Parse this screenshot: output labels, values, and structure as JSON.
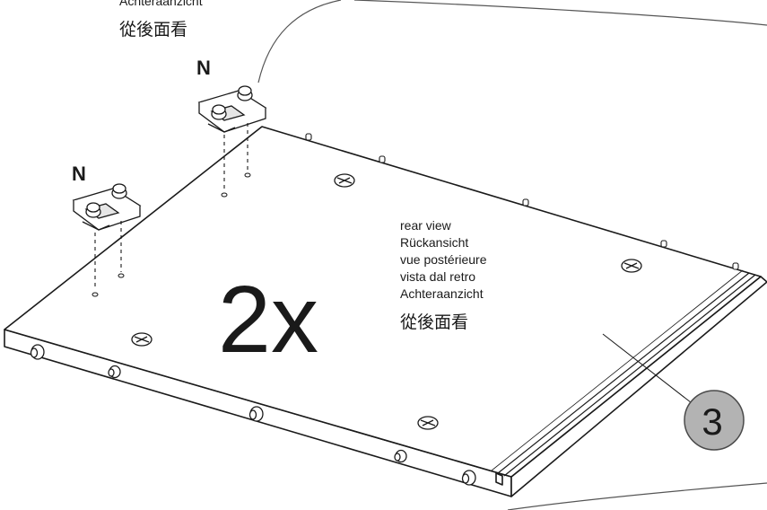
{
  "top_caption": {
    "line_partial": "Achteraanzicht",
    "line_cjk": "從後面看"
  },
  "hinge_label_upper": "N",
  "hinge_label_lower": "N",
  "multiplier": "2x",
  "rear_view": {
    "lines": [
      "rear view",
      "Rückansicht",
      "vue postérieure",
      "vista dal retro",
      "Achteraanzicht"
    ],
    "cjk": "從後面看"
  },
  "part_number": "3",
  "colors": {
    "line": "#1a1a1a",
    "callout_fill": "#b3b3b3"
  }
}
